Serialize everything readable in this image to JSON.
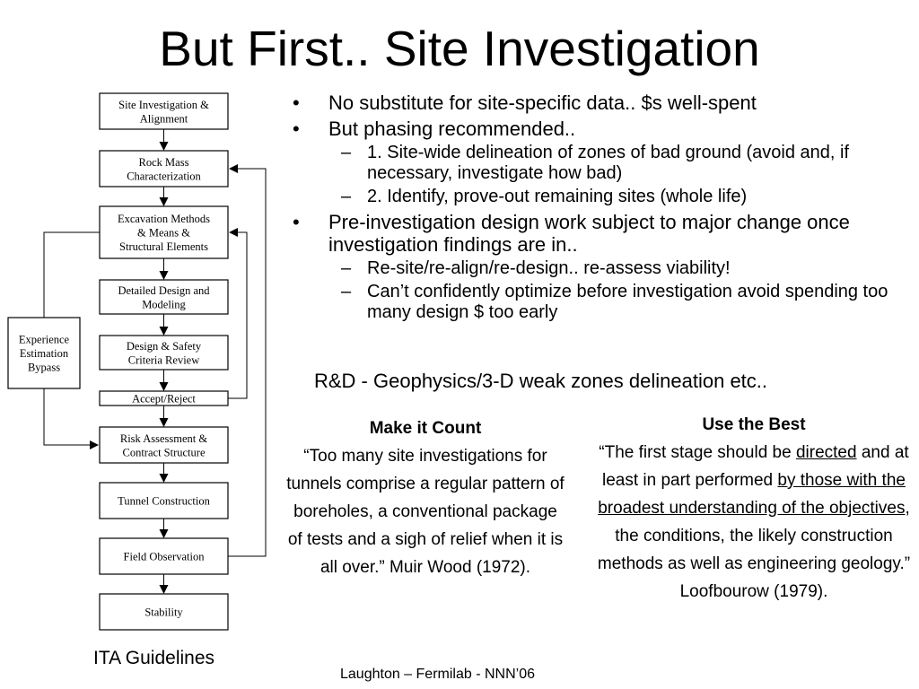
{
  "slide": {
    "title": "But First.. Site Investigation",
    "footer": "Laughton – Fermilab - NNN’06",
    "caption": "ITA Guidelines"
  },
  "bullets": [
    {
      "level": 1,
      "text": "No  substitute for site-specific data.. $s well-spent"
    },
    {
      "level": 1,
      "text": "But phasing recommended.."
    },
    {
      "level": 2,
      "text": "1. Site-wide delineation of zones of bad ground (avoid and, if necessary, investigate how bad)"
    },
    {
      "level": 2,
      "text": "2. Identify, prove-out remaining sites (whole life)"
    },
    {
      "level": 1,
      "text": "Pre-investigation design work subject to major change once investigation findings are in.."
    },
    {
      "level": 2,
      "text": "Re-site/re-align/re-design.. re-assess viability!"
    },
    {
      "level": 2,
      "text": "Can’t confidently optimize before investigation avoid spending too many design $ too early"
    }
  ],
  "bullet_marks": {
    "level1": "•",
    "level2": "–"
  },
  "rnd_note": "R&D - Geophysics/3-D weak zones delineation etc..",
  "quotes": {
    "make_it_count": {
      "heading": "Make it Count",
      "body": "“Too many site investigations for tunnels comprise a regular pattern of boreholes, a conventional package of tests and a sigh of relief when it is all over.” Muir Wood (1972)."
    },
    "use_the_best": {
      "heading": "Use the Best",
      "part1": "“The first stage should be ",
      "u1": "directed",
      "part2": " and at least in part performed ",
      "u2": "by those with the broadest understanding of the objectives",
      "part3": ", the conditions, the likely construction methods as well as engineering geology.” Loofbourow (1979)."
    }
  },
  "flowchart": {
    "boxes": [
      {
        "lines": [
          "Site Investigation &",
          "Alignment"
        ]
      },
      {
        "lines": [
          "Rock Mass",
          "Characterization"
        ]
      },
      {
        "lines": [
          "Excavation Methods",
          "& Means &",
          "Structural Elements"
        ]
      },
      {
        "lines": [
          "Detailed Design and",
          "Modeling"
        ]
      },
      {
        "lines": [
          "Design & Safety",
          "Criteria Review"
        ]
      },
      {
        "lines": [
          "Accept/Reject"
        ]
      },
      {
        "lines": [
          "Risk Assessment &",
          "Contract Structure"
        ]
      },
      {
        "lines": [
          "Tunnel Construction"
        ]
      },
      {
        "lines": [
          "Field Observation"
        ]
      },
      {
        "lines": [
          "Stability"
        ]
      }
    ],
    "bypass": {
      "lines": [
        "Experience",
        "Estimation",
        "Bypass"
      ]
    }
  }
}
